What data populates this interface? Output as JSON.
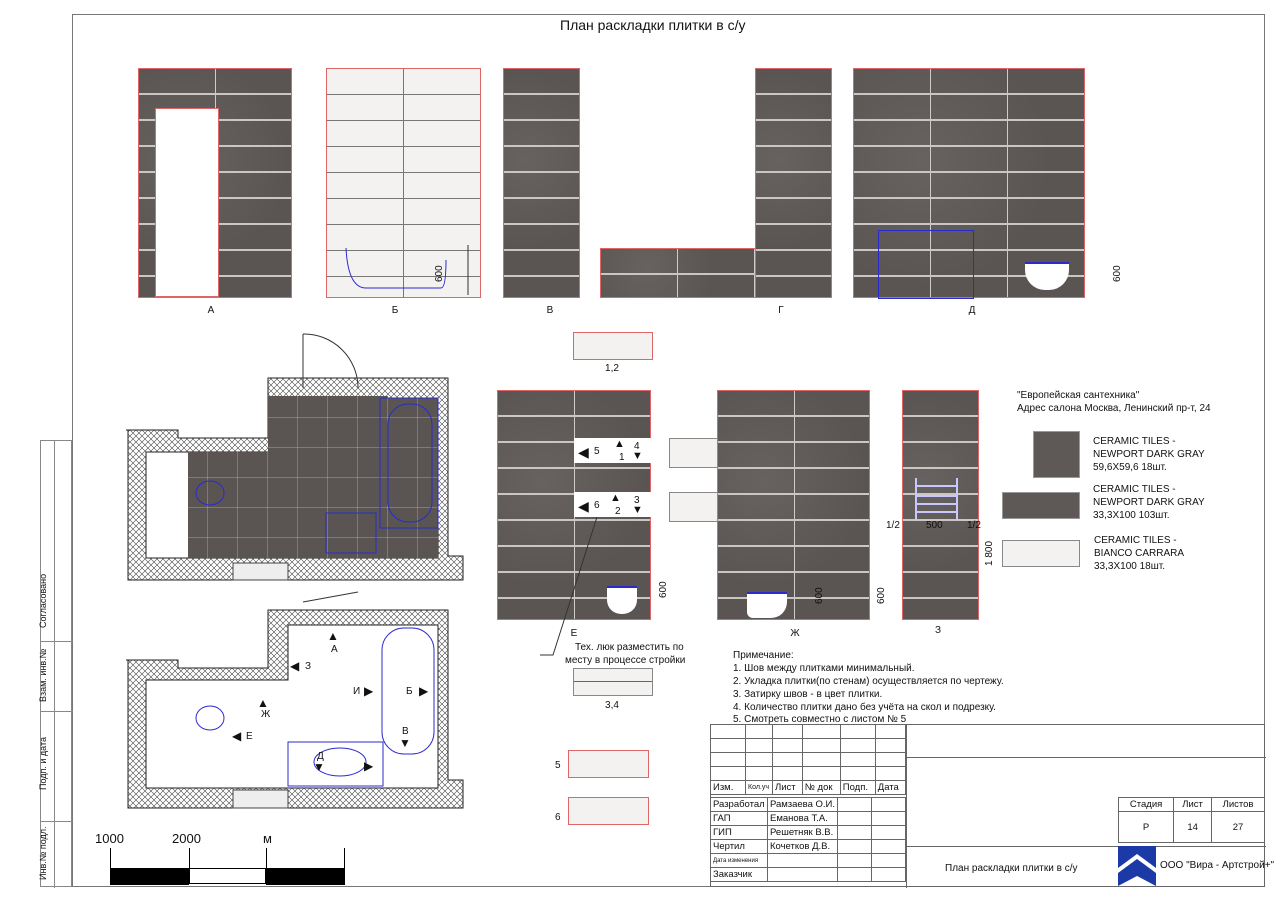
{
  "title": "План раскладки плитки в с/у",
  "elevations": {
    "a": "А",
    "b": "Б",
    "v": "В",
    "g": "Г",
    "d": "Д",
    "e": "Е",
    "zh": "Ж",
    "z": "З"
  },
  "dimensions": {
    "d600": "600",
    "d1800": "1 800",
    "d500": "500",
    "half": "1/2"
  },
  "swatch_labels": {
    "s12": "1,2",
    "s34": "3,4",
    "s5": "5",
    "s6": "6"
  },
  "hatch_numbers": {
    "n1": "1",
    "n2": "2",
    "n3": "3",
    "n4": "4",
    "n5": "5",
    "n6": "6"
  },
  "tech_note": [
    "Тех. люк разместить по",
    "месту в процессе стройки"
  ],
  "legend": {
    "shop": "\"Европейская сантехника\"",
    "address": "Адрес салона Москва, Ленинский пр-т, 24",
    "items": [
      {
        "l1": "CERAMIC TILES -",
        "l2": "NEWPORT DARK GRAY",
        "l3": "59,6X59,6   18шт."
      },
      {
        "l1": "CERAMIC TILES -",
        "l2": "NEWPORT DARK GRAY",
        "l3": "33,3X100    103шт."
      },
      {
        "l1": "CERAMIC TILES -",
        "l2": "BIANCO CARRARA",
        "l3": "33,3X100    18шт."
      }
    ]
  },
  "notes": {
    "header": "Примечание:",
    "items": [
      "1. Шов между плитками минимальный.",
      "2. Укладка плитки(по стенам) осуществляется по чертежу.",
      "3. Затирку швов - в цвет плитки.",
      "4. Количество плитки дано без учёта на скол и подрезку.",
      "5. Смотреть совместно с листом № 5"
    ]
  },
  "plan_markers": {
    "a": "А",
    "b": "Б",
    "v": "В",
    "d": "Д",
    "e": "Е",
    "zh": "Ж",
    "z": "З",
    "i": "И"
  },
  "scale": {
    "l1": "1000",
    "l2": "2000",
    "unit": "м"
  },
  "side_stamp": {
    "s1": "Согласовано",
    "s2": "Взам. инв.№",
    "s3": "Подп. и дата",
    "s4": "Инв.№ подл."
  },
  "title_block": {
    "headers": [
      "Изм.",
      "Кол.уч",
      "Лист",
      "№ док",
      "Подп.",
      "Дата"
    ],
    "rows": [
      {
        "role": "Разработал",
        "name": "Рамзаева О.И."
      },
      {
        "role": "ГАП",
        "name": "Еманова Т.А."
      },
      {
        "role": "ГИП",
        "name": "Решетняк В.В."
      },
      {
        "role": "Чертил",
        "name": "Кочетков Д.В."
      },
      {
        "role": "Дата изменения",
        "name": ""
      },
      {
        "role": "Заказчик",
        "name": ""
      }
    ],
    "stage_label": "Стадия",
    "sheet_label": "Лист",
    "sheets_label": "Листов",
    "stage": "Р",
    "sheet": "14",
    "sheets": "27",
    "drawing_name": "План раскладки плитки в с/у",
    "company": "ООО \"Вира - Артстрой+\""
  },
  "colors": {
    "tile_dark": "#5a5552",
    "tile_light": "#f3f2f1",
    "accent_red": "#d33",
    "fixture_blue": "#2a2ad0",
    "logo_blue": "#1b3aa8"
  }
}
